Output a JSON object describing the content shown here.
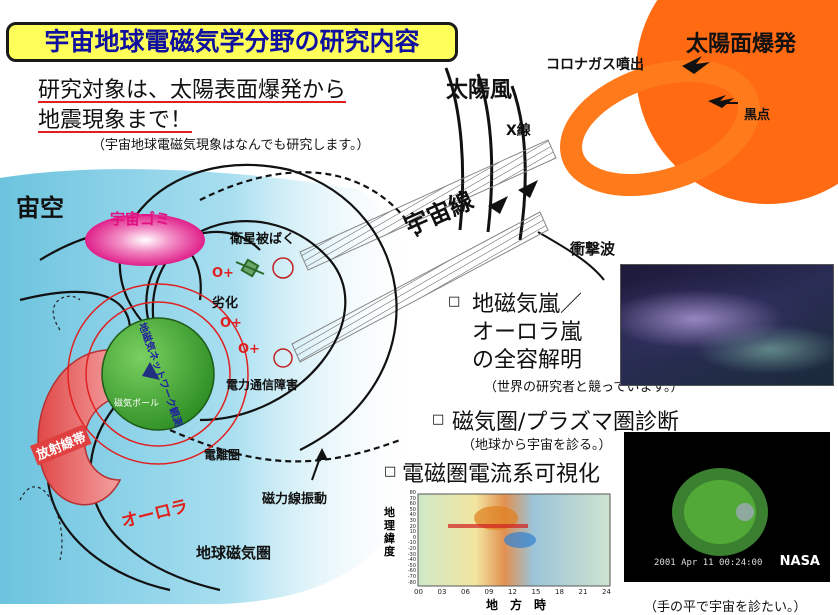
{
  "title": "宇宙地球電磁気学分野の研究内容",
  "headline": {
    "line1": "研究対象は、太陽表面爆発から",
    "line2": "地震現象まで！",
    "note": "（宇宙地球電磁気現象はなんでも研究します。）"
  },
  "sun": {
    "label": "太陽面爆発",
    "sunspot_label": "黒点",
    "corona_label": "コロナガス噴出",
    "color": "#ff6a12"
  },
  "solar_wind_label": "太陽風",
  "xray_label": "X線",
  "cosmic_ray_label": "宇宙線",
  "shock_wave_label": "衝撃波",
  "space_label": "宙空",
  "space_debris_label": "宇宙ゴミ",
  "satellite_exposure_label": "衛星被ばく",
  "degradation_label": "劣化",
  "oplus_labels": [
    "O+",
    "O+",
    "O+"
  ],
  "network_label": "地磁気ネットワーク観測",
  "pole_label": "磁気ポール",
  "ionosphere_label": "電離圏",
  "comm_failure_label": "電力通信障害",
  "field_line_oscillation_label": "磁力線振動",
  "radiation_belt_label": "放射線帯",
  "aurora_label": "オーロラ",
  "magnetosphere_label": "地球磁気圏",
  "research_items": [
    {
      "title": "地磁気嵐／",
      "title2": "オーロラ嵐",
      "title3": "の全容解明",
      "note": "（世界の研究者と競っています。）"
    },
    {
      "title": "磁気圏/プラズマ圏診断",
      "note": "（地球から宇宙を診る。）"
    },
    {
      "title": "電磁圏電流系可視化",
      "note": "（手の平で宇宙を診たい。）"
    }
  ],
  "bullet": "□",
  "heatmap": {
    "ylabel": "地理緯度",
    "xlabel": "地　方　時",
    "x_ticks": [
      "00",
      "03",
      "06",
      "09",
      "12",
      "15",
      "18",
      "21",
      "24"
    ],
    "y_ticks": [
      "80",
      "70",
      "60",
      "50",
      "40",
      "30",
      "20",
      "10",
      "0",
      "-10",
      "-20",
      "-30",
      "-40",
      "-50",
      "-60",
      "-70",
      "-80"
    ]
  },
  "nasa_image": {
    "date": "2001 Apr 11 00:24:00",
    "credit": "NASA"
  },
  "colors": {
    "title_bg": "#ffff5a",
    "title_text": "#1010a0",
    "space_bg": "#8fd4e8",
    "earth": "#3aa830",
    "debris": "#e8389a",
    "radiation": "#e05050",
    "aurora": "#e0201a"
  }
}
